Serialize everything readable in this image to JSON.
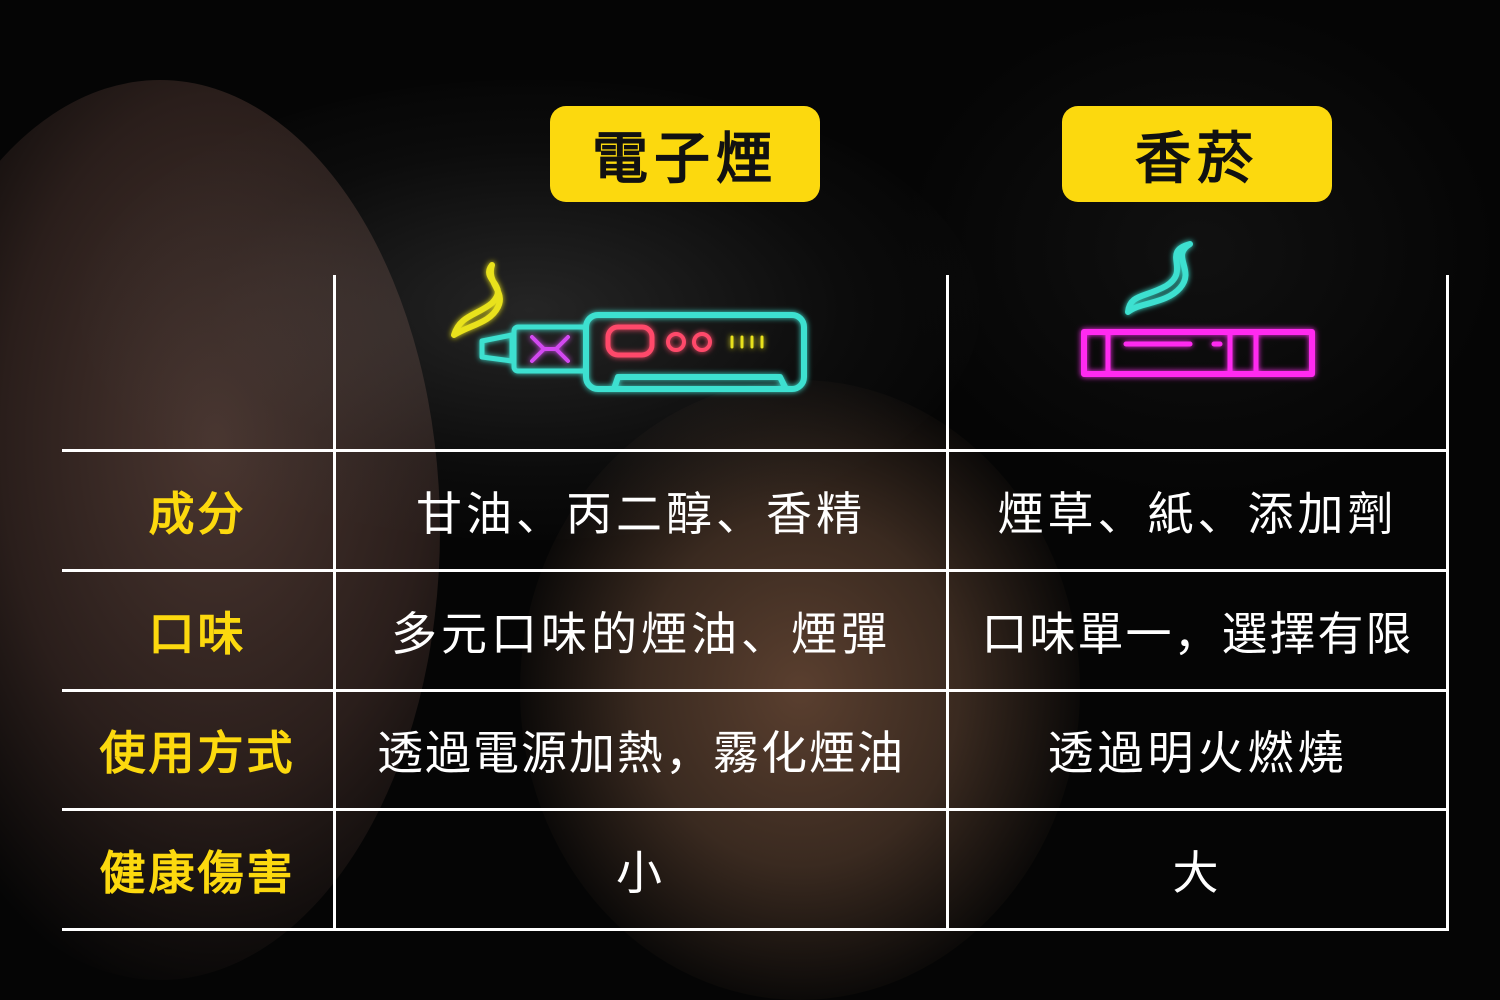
{
  "header": {
    "ecig": "電子煙",
    "cigarette": "香菸"
  },
  "icons": {
    "ecig": "vape-device-icon",
    "cigarette": "cigarette-icon"
  },
  "colors": {
    "accent_yellow": "#fcd90e",
    "neon_teal": "#3de0d0",
    "neon_magenta": "#ff2bf0",
    "neon_red": "#ff4a6a"
  },
  "rows": [
    {
      "label": "成分",
      "ecig": "甘油、丙二醇、香精",
      "cigarette": "煙草、紙、添加劑"
    },
    {
      "label": "口味",
      "ecig": "多元口味的煙油、煙彈",
      "cigarette": "口味單一，選擇有限"
    },
    {
      "label": "使用方式",
      "ecig": "透過電源加熱，霧化煙油",
      "cigarette": "透過明火燃燒"
    },
    {
      "label": "健康傷害",
      "ecig": "小",
      "cigarette": "大"
    }
  ]
}
